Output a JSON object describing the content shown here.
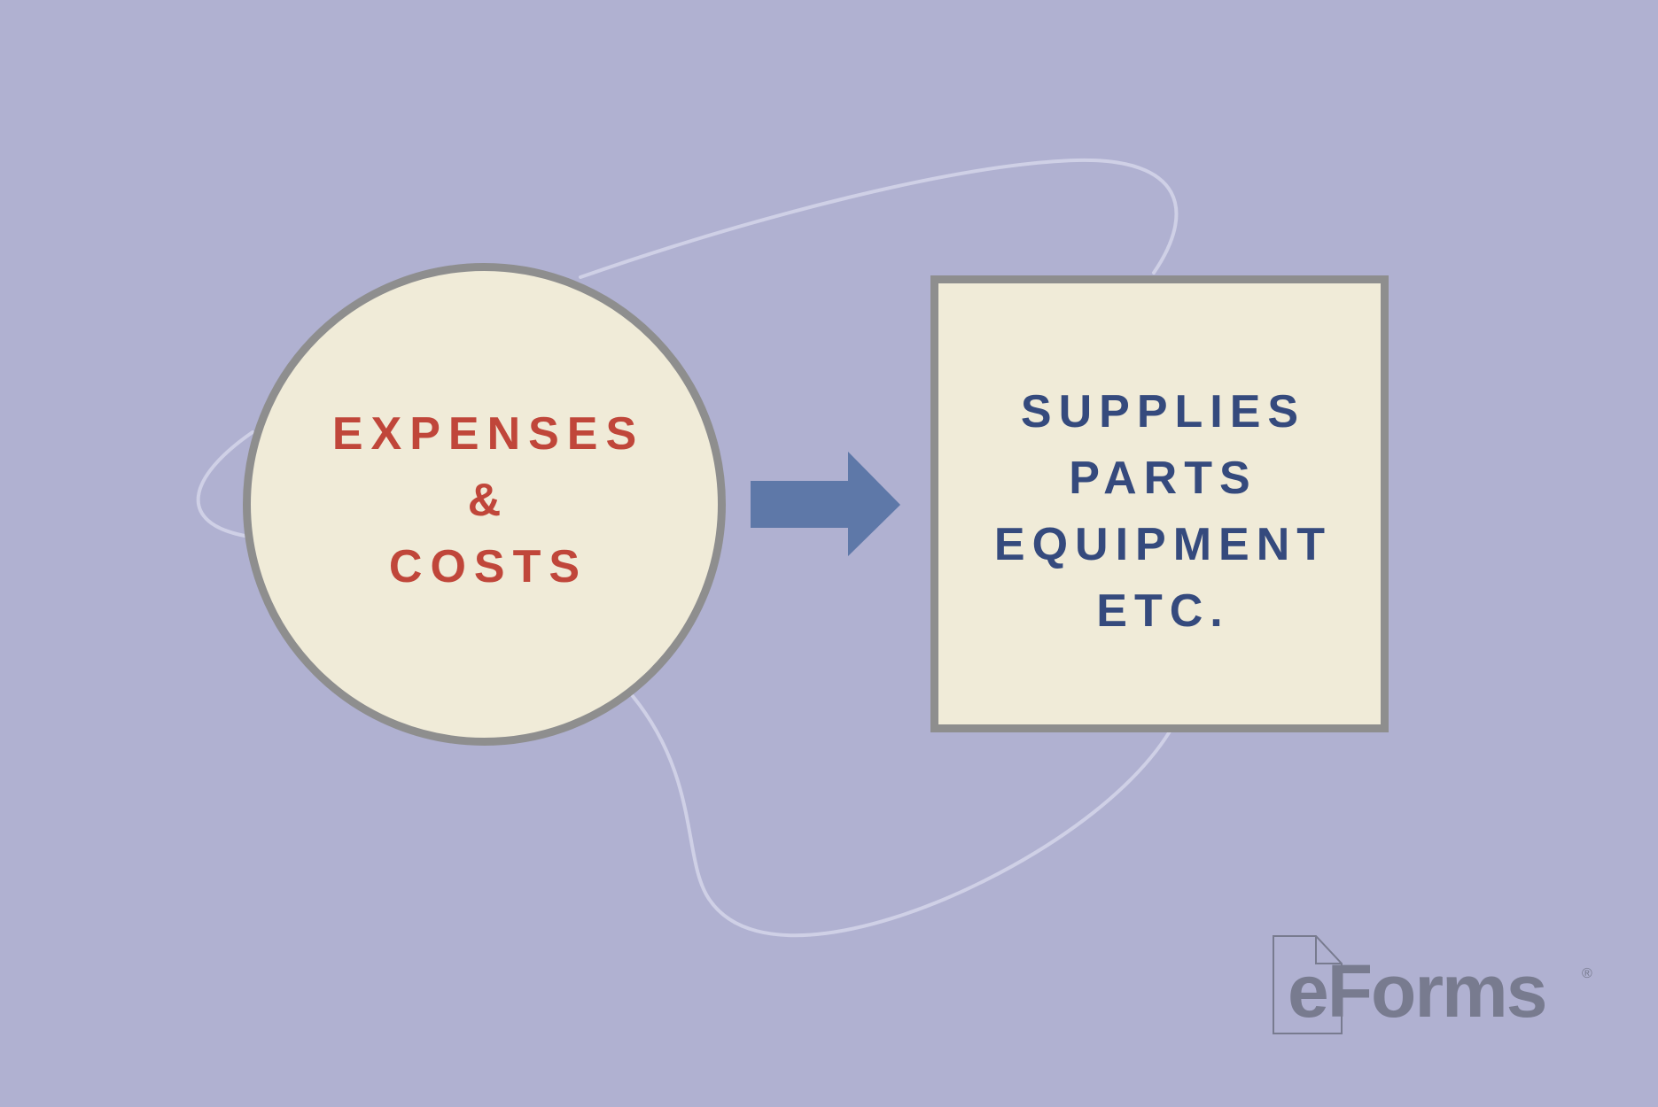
{
  "diagram": {
    "source": {
      "shape": "circle",
      "lines": [
        "EXPENSES",
        "&",
        "COSTS"
      ],
      "text_color": "#c0463a",
      "fill_color": "#f0ebd8",
      "border_color": "#8e8e8e"
    },
    "connector": {
      "type": "arrow",
      "direction": "right",
      "color": "#5e78a8"
    },
    "target": {
      "shape": "square",
      "lines": [
        "SUPPLIES",
        "PARTS",
        "EQUIPMENT",
        "ETC."
      ],
      "text_color": "#354a7d",
      "fill_color": "#f0ebd8",
      "border_color": "#8e8e8e"
    }
  },
  "background": {
    "color": "#b0b1d1",
    "decorative_curve_color": "#cfd0e6"
  },
  "logo": {
    "brand_text": "eForms",
    "registered_mark": "®",
    "icon": "document-icon",
    "color": "#787b8f"
  }
}
